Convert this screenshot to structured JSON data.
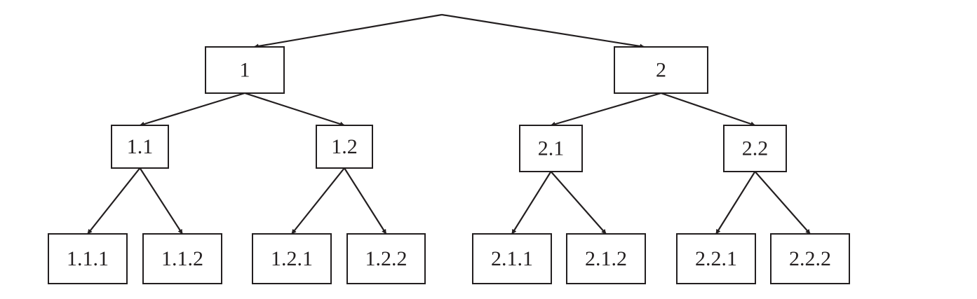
{
  "diagram": {
    "type": "tree",
    "nodes": [
      {
        "id": "n1",
        "label": "1"
      },
      {
        "id": "n2",
        "label": "2"
      },
      {
        "id": "n11",
        "label": "1.1"
      },
      {
        "id": "n12",
        "label": "1.2"
      },
      {
        "id": "n21",
        "label": "2.1"
      },
      {
        "id": "n22",
        "label": "2.2"
      },
      {
        "id": "n111",
        "label": "1.1.1"
      },
      {
        "id": "n112",
        "label": "1.1.2"
      },
      {
        "id": "n121",
        "label": "1.2.1"
      },
      {
        "id": "n122",
        "label": "1.2.2"
      },
      {
        "id": "n211",
        "label": "2.1.1"
      },
      {
        "id": "n212",
        "label": "2.1.2"
      },
      {
        "id": "n221",
        "label": "2.2.1"
      },
      {
        "id": "n222",
        "label": "2.2.2"
      }
    ],
    "edges": [
      {
        "from": "root",
        "to": "n1"
      },
      {
        "from": "root",
        "to": "n2"
      },
      {
        "from": "n1",
        "to": "n11"
      },
      {
        "from": "n1",
        "to": "n12"
      },
      {
        "from": "n2",
        "to": "n21"
      },
      {
        "from": "n2",
        "to": "n22"
      },
      {
        "from": "n11",
        "to": "n111"
      },
      {
        "from": "n11",
        "to": "n112"
      },
      {
        "from": "n12",
        "to": "n121"
      },
      {
        "from": "n12",
        "to": "n122"
      },
      {
        "from": "n21",
        "to": "n211"
      },
      {
        "from": "n21",
        "to": "n212"
      },
      {
        "from": "n22",
        "to": "n221"
      },
      {
        "from": "n22",
        "to": "n222"
      }
    ],
    "colors": {
      "stroke": "#231f20",
      "background": "#ffffff"
    }
  }
}
